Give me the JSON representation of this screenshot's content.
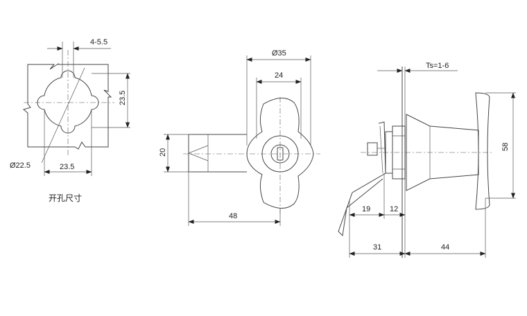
{
  "cutout": {
    "label_width_gap": "4-5.5",
    "label_height": "23.5",
    "label_diameter": "Ø22.5",
    "label_width": "23.5",
    "caption": "开孔尺寸"
  },
  "front": {
    "label_outer": "Ø35",
    "label_inner": "24",
    "label_height": "20",
    "label_length": "48"
  },
  "side": {
    "label_ts": "Ts=1-6",
    "label_handle": "58",
    "label_d1": "19",
    "label_d2": "12",
    "label_d3": "31",
    "label_d4": "44"
  }
}
